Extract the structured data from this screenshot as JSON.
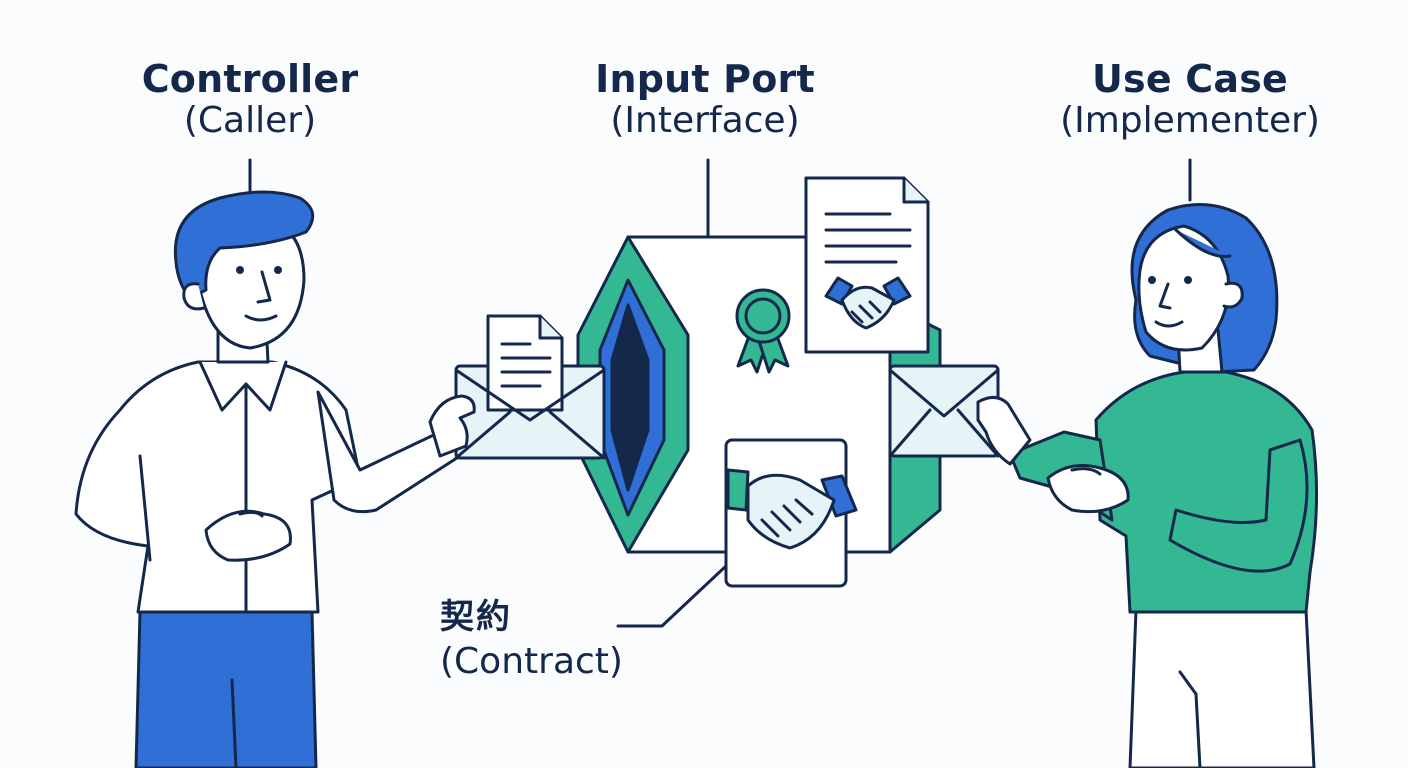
{
  "diagram": {
    "controller": {
      "title": "Controller",
      "subtitle": "(Caller)"
    },
    "input_port": {
      "title": "Input Port",
      "subtitle": "(Interface)"
    },
    "use_case": {
      "title": "Use Case",
      "subtitle": "(Implementer)"
    },
    "contract": {
      "title": "契約",
      "subtitle": "(Contract)"
    }
  },
  "colors": {
    "outline": "#13284a",
    "blue": "#2f6fd6",
    "green": "#34b894",
    "light": "#e6f3f7",
    "white": "#ffffff"
  },
  "icons": [
    "document-icon",
    "envelope-icon",
    "handshake-icon",
    "award-ribbon-icon"
  ]
}
